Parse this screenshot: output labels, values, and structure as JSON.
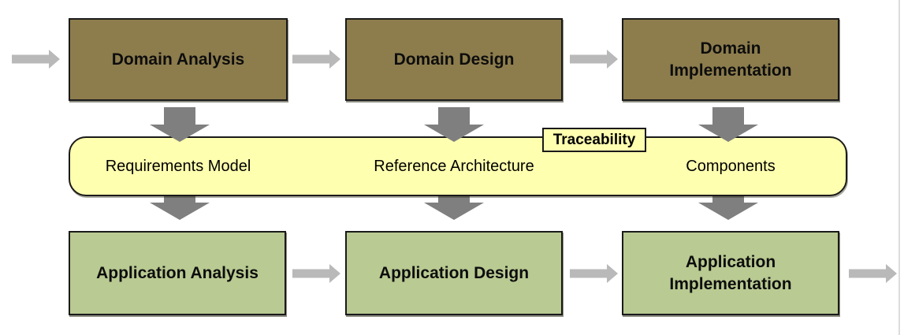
{
  "palette": {
    "domain_box_fill": "#8d7d4d",
    "application_box_fill": "#b9ca92",
    "band_fill": "#ffffb0",
    "tag_fill": "#ffffb0",
    "box_border": "#1a1a1a",
    "flow_arrow_gray": "#b9b9b9",
    "down_arrow_gray": "#7f7f7f",
    "page_edge": "#dcdcdc"
  },
  "top_row": {
    "boxes": [
      {
        "label": "Domain Analysis"
      },
      {
        "label": "Domain Design"
      },
      {
        "label": "Domain Implementation"
      }
    ]
  },
  "band": {
    "tag": "Traceability",
    "items": [
      {
        "label": "Requirements Model"
      },
      {
        "label": "Reference Architecture"
      },
      {
        "label": "Components"
      }
    ]
  },
  "bottom_row": {
    "boxes": [
      {
        "label": "Application Analysis"
      },
      {
        "label": "Application Design"
      },
      {
        "label": "Application Implementation"
      }
    ]
  }
}
